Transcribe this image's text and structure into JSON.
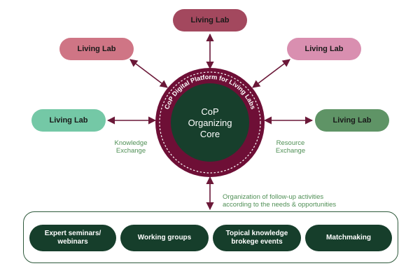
{
  "colors": {
    "arrow": "#6b1838",
    "ring_outer": "#6e0f36",
    "ring_dashes": "#ffffff",
    "core_fill": "#173f2c",
    "label_green": "#4f8f55",
    "activity_fill": "#163e2b"
  },
  "living_labs": [
    {
      "id": "top",
      "label": "Living Lab",
      "color": "#a3485e"
    },
    {
      "id": "top-left",
      "label": "Living Lab",
      "color": "#cf7585"
    },
    {
      "id": "top-right",
      "label": "Living Lab",
      "color": "#d98fb0"
    },
    {
      "id": "left",
      "label": "Living Lab",
      "color": "#74c8a6"
    },
    {
      "id": "right",
      "label": "Living Lab",
      "color": "#5f9466"
    }
  ],
  "platform": {
    "ring_text": "CoP Digital Platform for Living Labs",
    "core_line1": "CoP",
    "core_line2": "Organizing",
    "core_line3": "Core"
  },
  "knowledge_exchange": {
    "line1": "Knowledge",
    "line2": "Exchange"
  },
  "resource_exchange": {
    "line1": "Resource",
    "line2": "Exchange"
  },
  "organization": {
    "line1": "Organization of follow-up activities",
    "line2": "according to the needs & opportunities"
  },
  "activities": [
    {
      "line1": "Expert seminars/",
      "line2": "webinars"
    },
    {
      "line1": "Working groups",
      "line2": ""
    },
    {
      "line1": "Topical knowledge",
      "line2": "brokege events"
    },
    {
      "line1": "Matchmaking",
      "line2": ""
    }
  ]
}
